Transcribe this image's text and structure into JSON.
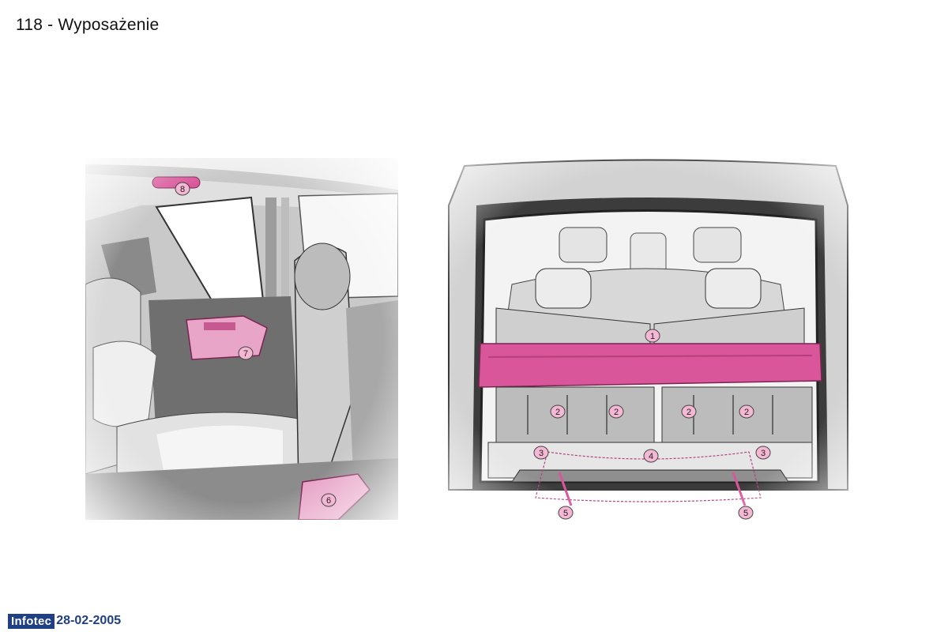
{
  "header": {
    "title": "118 - Wyposażenie"
  },
  "left_illustration": {
    "callouts": [
      "8",
      "7",
      "6"
    ]
  },
  "right_illustration": {
    "callouts": [
      "1",
      "2",
      "2",
      "2",
      "2",
      "3",
      "4",
      "3",
      "5",
      "5"
    ]
  },
  "footer": {
    "logo_text": "Infotec",
    "date": "28-02-2005"
  },
  "colors": {
    "highlight": "#d9569a",
    "callout_fill": "#f4b7d4",
    "footer_blue": "#1f3f86"
  }
}
